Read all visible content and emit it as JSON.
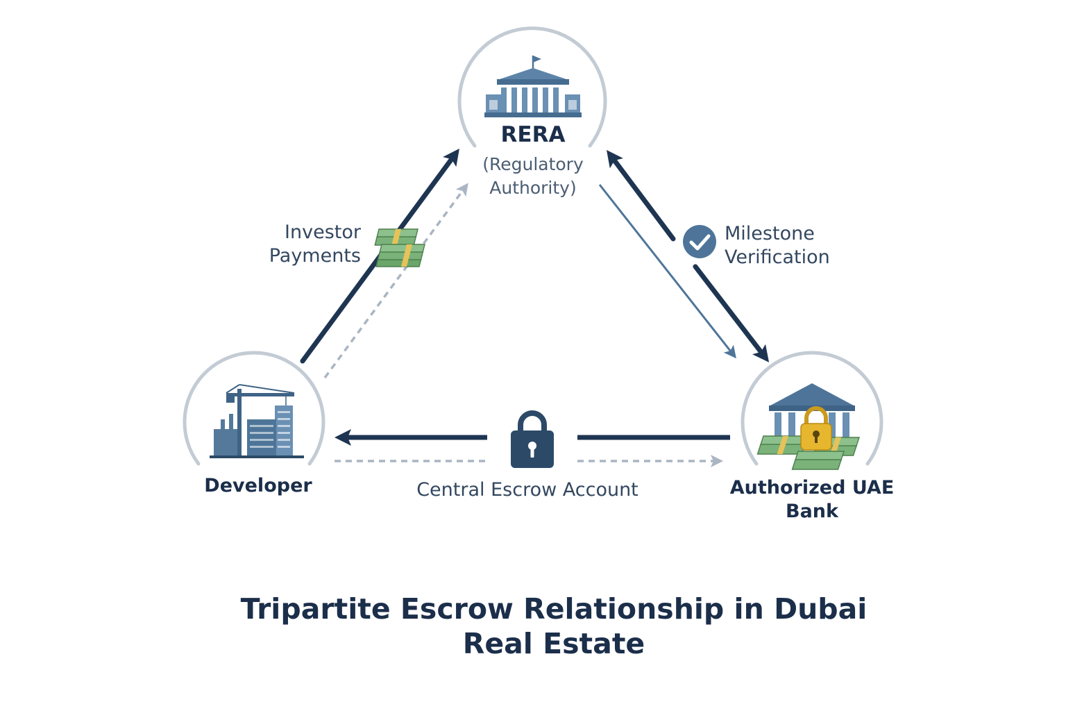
{
  "nodes": {
    "rera": {
      "title": "RERA",
      "subtitle_line1": "(Regulatory",
      "subtitle_line2": "Authority)"
    },
    "developer": {
      "title": "Developer"
    },
    "bank": {
      "title_line1": "Authorized UAE",
      "title_line2": "Bank"
    }
  },
  "edges": {
    "investor_payments": {
      "line1": "Investor",
      "line2": "Payments"
    },
    "milestone_verification": {
      "line1": "Milestone",
      "line2": "Verification"
    },
    "central_escrow": {
      "label": "Central Escrow Account"
    }
  },
  "title": {
    "line1": "Tripartite Escrow Relationship in Dubai",
    "line2": "Real Estate"
  },
  "icons": {
    "rera": "government-building-icon",
    "developer": "construction-crane-buildings-icon",
    "bank": "bank-with-lock-and-money-icon",
    "payments": "money-stack-icon",
    "verification": "checkmark-circle-icon",
    "escrow": "padlock-icon"
  },
  "colors": {
    "primary_navy": "#1e3552",
    "steel_blue": "#4e7599",
    "dashed_grey": "#aab5c2",
    "ring_grey": "#c3cbd4",
    "money_green": "#6aa66a",
    "lock_gold": "#e6b62e"
  }
}
